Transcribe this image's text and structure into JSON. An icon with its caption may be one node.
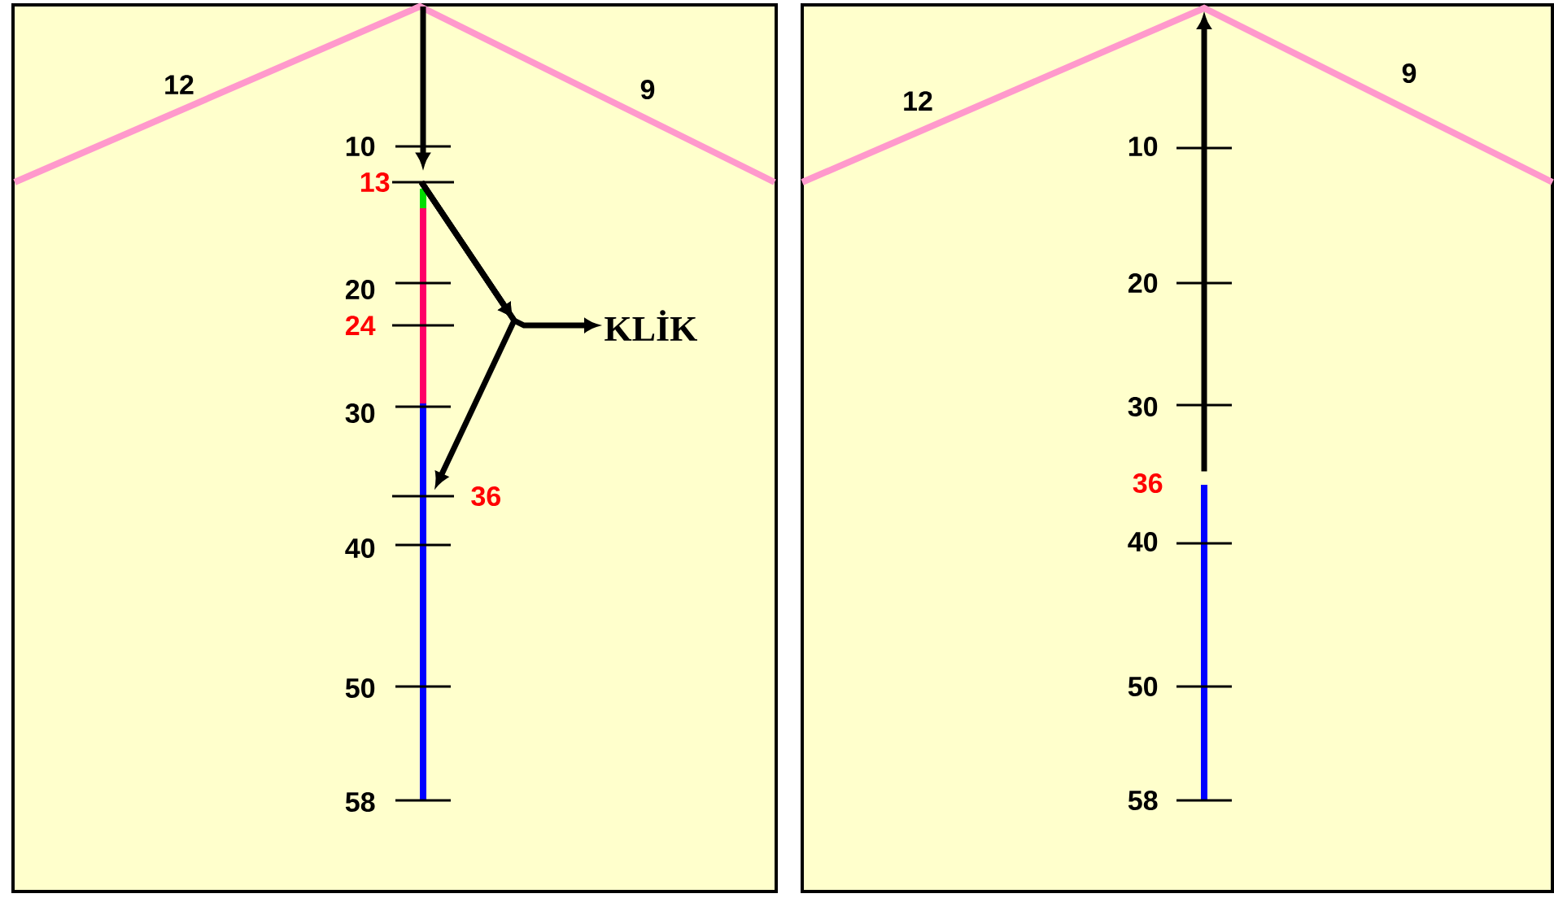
{
  "diagram": {
    "nodes": [
      {
        "text": [],
        "shape": "box"
      },
      {
        "text": [],
        "shape": "box"
      },
      {
        "text": [
          "13"
        ],
        "in": 0
      },
      {
        "text": [
          "KLİK"
        ],
        "in": 0
      },
      {
        "text": [
          "36"
        ],
        "in": 0
      },
      {
        "text": [
          "36"
        ],
        "in": 1
      }
    ],
    "edges": [
      {
        "from": null,
        "to": 2,
        "arrow": "to"
      },
      {
        "from": 2,
        "to": 3,
        "arrow": "to"
      },
      {
        "from": 2,
        "to": 4,
        "arrow": "to"
      },
      {
        "from": 5,
        "to": null,
        "arrow": "to"
      }
    ],
    "labels": [
      "12",
      "9",
      "10",
      "20",
      "24",
      "30",
      "40",
      "50",
      "58",
      "12",
      "9",
      "10",
      "20",
      "30",
      "40",
      "50",
      "58"
    ]
  }
}
